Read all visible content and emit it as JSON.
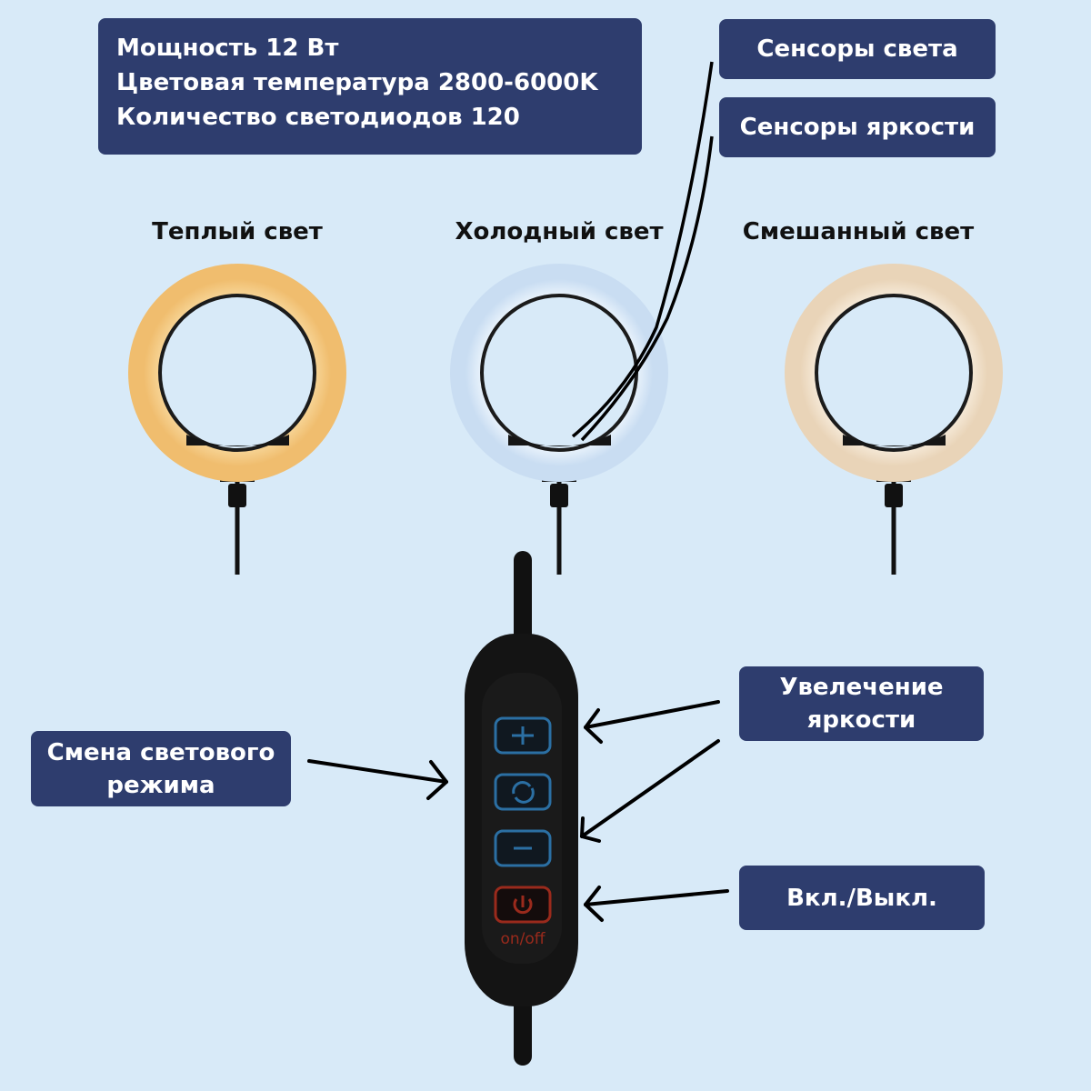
{
  "specs": {
    "lines": [
      "Мощность 12 Вт",
      "Цветовая температура 2800-6000K",
      "Количество светодиодов 120"
    ]
  },
  "callouts": {
    "light_sensors": "Сенсоры света",
    "brightness_sensors": "Сенсоры яркости",
    "brightness_up": "Увелечение яркости",
    "mode_switch": "Смена светового режима",
    "power": "Вкл./Выкл."
  },
  "modes": [
    {
      "label": "Теплый свет",
      "ring_color": "#f6cf8c"
    },
    {
      "label": "Холодный свет",
      "ring_color": "#e6f1fb"
    },
    {
      "label": "Смешанный свет",
      "ring_color": "#f4e6d2"
    }
  ],
  "controller": {
    "buttons": [
      "plus-icon",
      "mode-cycle-icon",
      "minus-icon",
      "power-icon"
    ],
    "power_caption": "on/off",
    "button_color": "#2b6fa3",
    "power_color": "#9a2a1c"
  },
  "colors": {
    "background": "#d8eaf8",
    "label_box": "#2e3d6e"
  }
}
